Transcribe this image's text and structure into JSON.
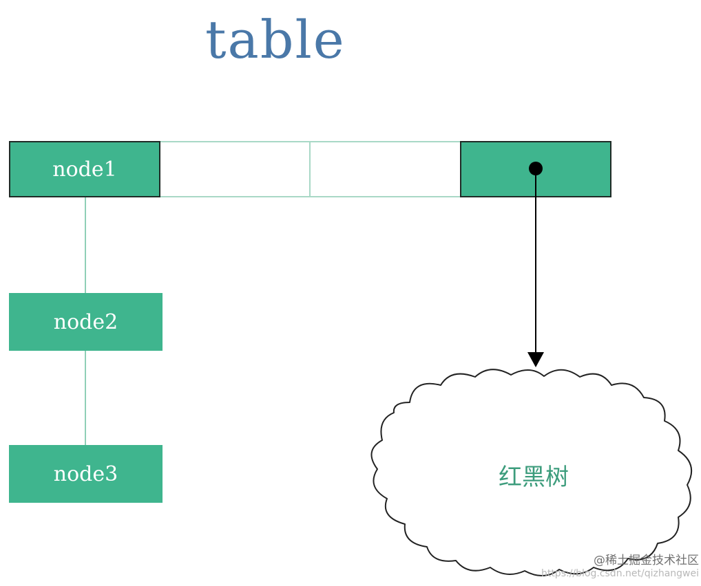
{
  "title": "table",
  "table_slots": [
    {
      "label": "node1",
      "filled": true
    },
    {
      "label": "",
      "filled": false
    },
    {
      "label": "",
      "filled": false
    },
    {
      "label": "",
      "filled": true,
      "has_pointer": true
    }
  ],
  "chain_nodes": [
    {
      "label": "node2"
    },
    {
      "label": "node3"
    }
  ],
  "tree": {
    "label": "红黑树"
  },
  "watermark": {
    "line1": "@稀土掘金技术社区",
    "line2": "https://blog.csdn.net/qizhangwei"
  },
  "colors": {
    "node_fill": "#3fb58e",
    "title": "#4a78a8",
    "tree_text": "#3c9c7c",
    "link": "#8fcfb7",
    "border": "#1f2a26"
  }
}
